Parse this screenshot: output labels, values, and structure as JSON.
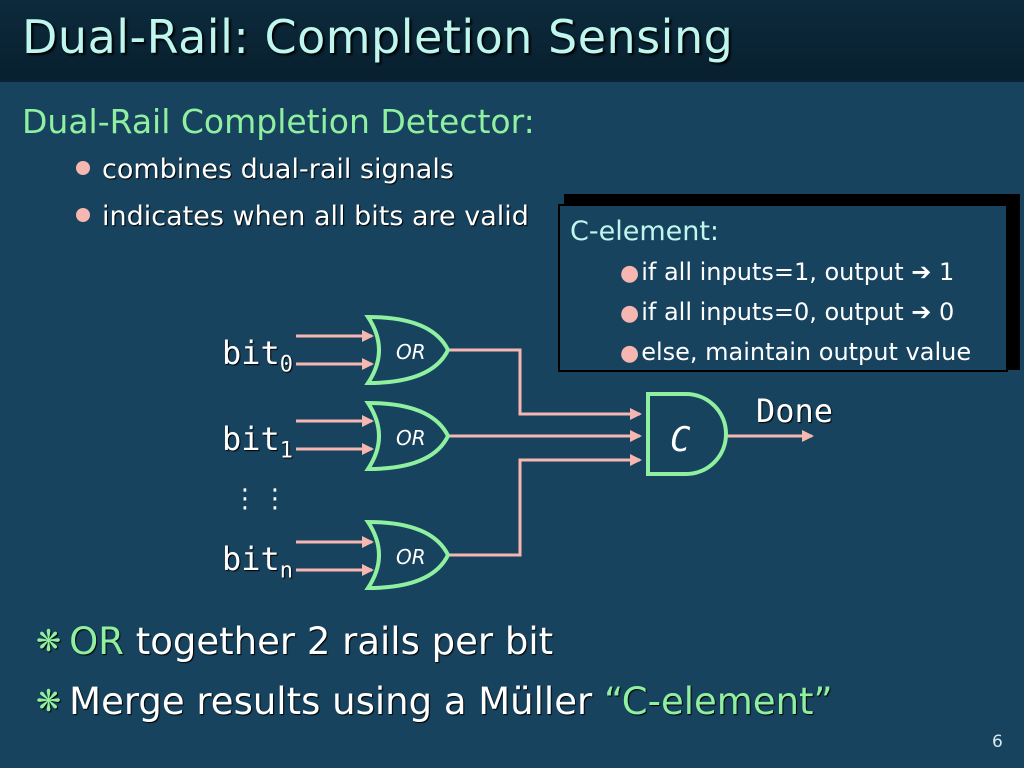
{
  "slide": {
    "title": "Dual-Rail: Completion Sensing",
    "heading": "Dual-Rail Completion Detector:",
    "sub_bullets": [
      "combines dual-rail signals",
      "indicates when all bits are valid"
    ],
    "c_box": {
      "title": "C-element:",
      "lines": [
        {
          "text": "if all inputs=1, output ",
          "arrow": "➔",
          "value": " 1"
        },
        {
          "text": "if all inputs=0, output ",
          "arrow": "➔",
          "value": " 0"
        },
        {
          "text": "else, maintain output value",
          "arrow": "",
          "value": ""
        }
      ]
    },
    "diagram": {
      "bits": [
        {
          "name": "bit",
          "sub": "0"
        },
        {
          "name": "bit",
          "sub": "1"
        },
        {
          "name": "bit",
          "sub": "n"
        }
      ],
      "gate_label": "OR",
      "c_label": "C",
      "output_label": "Done",
      "ellipsis": "⋮⋮"
    },
    "bottom_bullets": [
      {
        "star": "❋",
        "highlight": "OR",
        "rest": " together 2 rails per bit"
      },
      {
        "star": "❋",
        "prefix": "Merge results using a Müller ",
        "highlight": "“C-element”"
      }
    ],
    "page_number": "6",
    "colors": {
      "background": "#17435f",
      "title": "#bff7ee",
      "accent_green": "#8ff0a0",
      "wire": "#f6b7b0",
      "gate_fill": "#17435f",
      "gate_stroke": "#8ff0a0"
    }
  }
}
